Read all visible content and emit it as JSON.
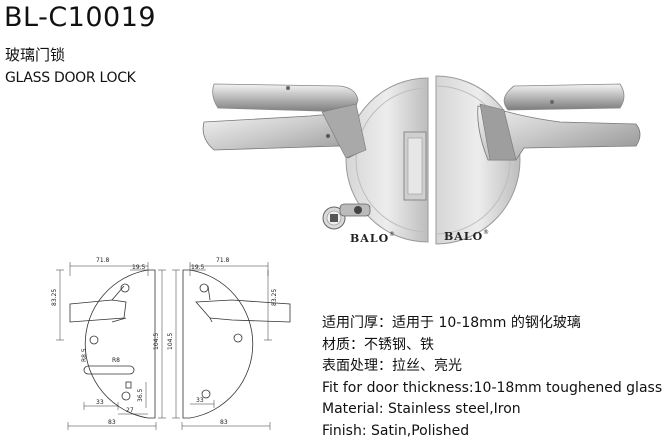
{
  "header": {
    "model": "BL-C10019",
    "title_cn": "玻璃门锁",
    "title_en": "GLASS DOOR LOCK"
  },
  "photo": {
    "brand_left": "BALO",
    "brand_right": "BALO",
    "brand_mark": "®"
  },
  "drawing_left": {
    "dims": [
      "71.8",
      "19.5",
      "83.25",
      "104.5",
      "R8",
      "R8.5",
      "36.5",
      "33",
      "27",
      "83"
    ]
  },
  "drawing_right": {
    "dims": [
      "71.8",
      "19.5",
      "83.25",
      "104.5",
      "33",
      "83"
    ]
  },
  "specs": {
    "line1": "适用门厚：适用于 10-18mm 的钢化玻璃",
    "line2": "材质：不锈钢、铁",
    "line3": "表面处理：拉丝、亮光",
    "line4": "Fit for door thickness:10-18mm toughened glass",
    "line5": "Material: Stainless steel,Iron",
    "line6": "Finish: Satin,Polished"
  }
}
